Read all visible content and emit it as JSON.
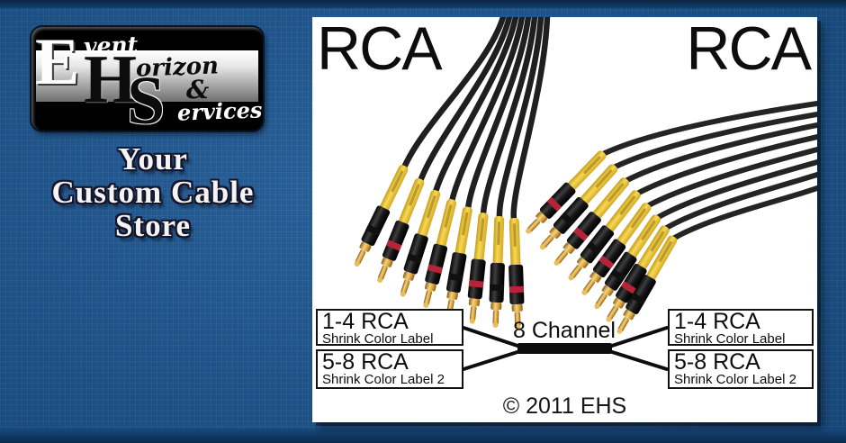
{
  "logo": {
    "e_letter": "E",
    "vent": "vent",
    "h_letter": "H",
    "orizon": "orizon",
    "s_letter": "S",
    "ampersand": "&",
    "ervices": "ervices"
  },
  "tagline": {
    "line1": "Your",
    "line2": "Custom Cable",
    "line3": "Store"
  },
  "panel": {
    "rca_left": "RCA",
    "rca_right": "RCA",
    "channel_label": "8 Channel",
    "copyright": "© 2011 EHS",
    "labels": {
      "left_top": {
        "title": "1-4 RCA",
        "subtitle": "Shrink Color Label"
      },
      "left_bottom": {
        "title": "5-8 RCA",
        "subtitle": "Shrink Color Label 2"
      },
      "right_top": {
        "title": "1-4 RCA",
        "subtitle": "Shrink Color Label"
      },
      "right_bottom": {
        "title": "5-8 RCA",
        "subtitle": "Shrink Color Label 2"
      }
    }
  },
  "colors": {
    "background_blue": "#175391",
    "edge_navy": "#0a2949",
    "panel_white": "#ffffff",
    "cable_black": "#222222",
    "shrink_yellow": "#eec733",
    "connector_red_band": "#bb2233",
    "connector_gold": "#d9a440",
    "diagram_black": "#0d0d0d"
  }
}
